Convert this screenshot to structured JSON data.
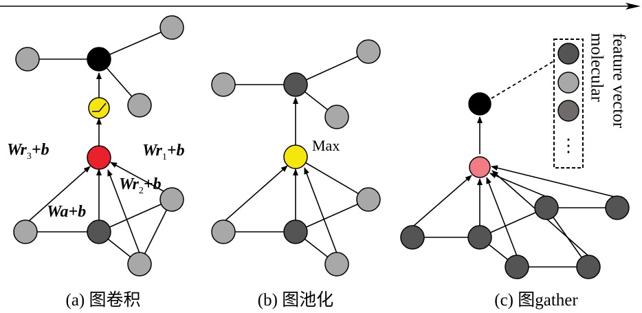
{
  "panels": {
    "a": {
      "caption": "(a) 图卷积",
      "labels": {
        "wr3": "Wr",
        "wr3_sub": "3",
        "wr3_tail": "+b",
        "wr1": "Wr",
        "wr1_sub": "1",
        "wr1_tail": "+b",
        "wr2": "Wr",
        "wr2_sub": "2",
        "wr2_tail": "+b",
        "wa": "Wa+b"
      }
    },
    "b": {
      "caption": "(b) 图池化",
      "labels": {
        "max": "Max"
      }
    },
    "c": {
      "caption": "(c) 图gather",
      "vector_label_line1": "molecular",
      "vector_label_line2": "feature vector",
      "vector_ellipsis": "⋮"
    }
  },
  "colors": {
    "node_light": "#a8a8a8",
    "node_dark": "#545454",
    "black": "#000000",
    "activation_yellow": "#f5e60c",
    "conv_red": "#e8212b",
    "max_yellow": "#f5e60c",
    "gather_pink": "#f07c86"
  }
}
